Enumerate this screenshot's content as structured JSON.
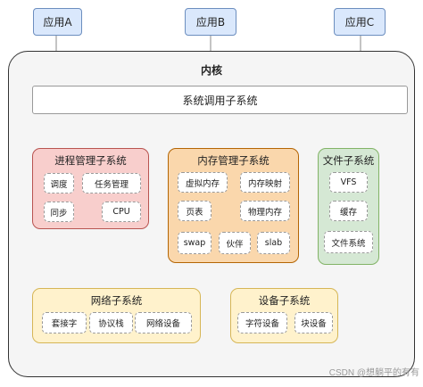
{
  "apps": [
    "应用A",
    "应用B",
    "应用C"
  ],
  "kernel": {
    "title": "内核",
    "syscall": "系统调用子系统",
    "process": {
      "title": "进程管理子系统",
      "items": [
        "调度",
        "任务管理",
        "同步",
        "CPU"
      ]
    },
    "memory": {
      "title": "内存管理子系统",
      "items": [
        "虚拟内存",
        "内存映射",
        "页表",
        "物理内存",
        "swap",
        "伙伴",
        "slab"
      ]
    },
    "file": {
      "title": "文件子系统",
      "items": [
        "VFS",
        "缓存",
        "文件系统"
      ]
    },
    "network": {
      "title": "网络子系统",
      "items": [
        "套接字",
        "协议栈",
        "网络设备"
      ]
    },
    "device": {
      "title": "设备子系统",
      "items": [
        "字符设备",
        "块设备"
      ]
    }
  },
  "colors": {
    "app": "#dae8fc",
    "kernel": "#f5f5f5",
    "process": "#f8cecc",
    "memory": "#fad7ac",
    "file": "#d5e8d4",
    "network": "#fff2cc",
    "device": "#fff2cc"
  },
  "watermark": "CSDN @想躺平的有有"
}
